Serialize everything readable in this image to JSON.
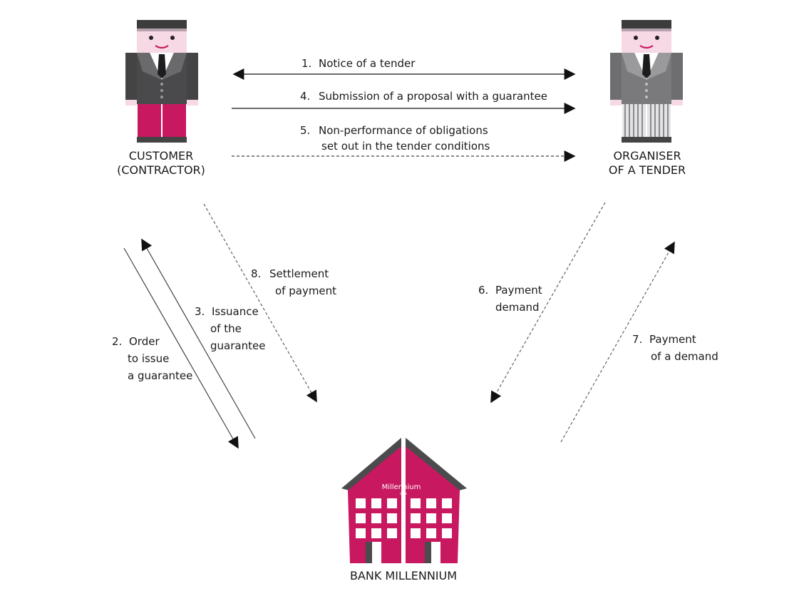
{
  "actors": {
    "customer": {
      "line1": "CUSTOMER",
      "line2": "(CONTRACTOR)"
    },
    "organiser": {
      "line1": "ORGANISER",
      "line2": "OF A TENDER"
    },
    "bank": {
      "name": "BANK MILLENNIUM",
      "sign": "Millennium",
      "sign_sub": "bank"
    }
  },
  "steps": {
    "s1": {
      "number": "1.",
      "line1": "Notice of a tender"
    },
    "s2": {
      "number": "2.",
      "line1": "Order",
      "line2": "to issue",
      "line3": "a guarantee"
    },
    "s3": {
      "number": "3.",
      "line1": "Issuance",
      "line2": "of the",
      "line3": "guarantee"
    },
    "s4": {
      "number": "4.",
      "line1": "Submission of a proposal with a guarantee"
    },
    "s5": {
      "number": "5.",
      "line1": "Non-performance of obligations",
      "line2": "set out in the tender conditions"
    },
    "s6": {
      "number": "6.",
      "line1": "Payment",
      "line2": "demand"
    },
    "s7": {
      "number": "7.",
      "line1": "Payment",
      "line2": "of a demand"
    },
    "s8": {
      "number": "8.",
      "line1": "Settlement",
      "line2": "of payment"
    }
  },
  "colors": {
    "brand": "#c8185f",
    "suit_dark": "#4a4a4c",
    "suit_light": "#7a7a7c",
    "face": "#f7d9e6",
    "hair": "#3c3c3c",
    "roof": "#4b4b4d"
  }
}
